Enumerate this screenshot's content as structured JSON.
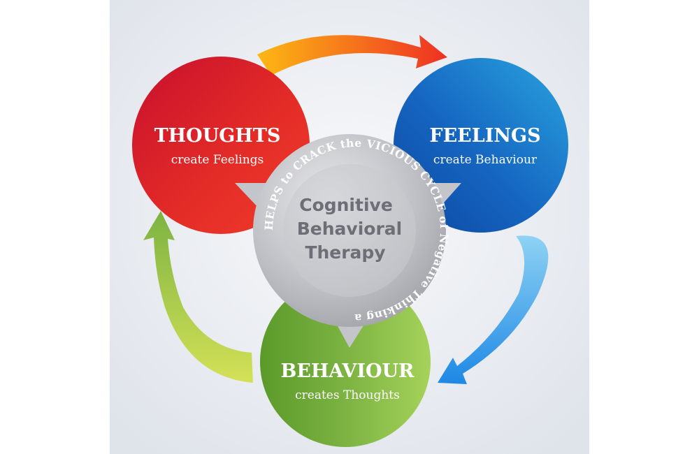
{
  "nodes": {
    "thoughts": {
      "title": "THOUGHTS",
      "subtitle": "create Feelings",
      "color": "#d81f26"
    },
    "feelings": {
      "title": "FEELINGS",
      "subtitle": "create Behaviour",
      "color": "#1565c0"
    },
    "behaviour": {
      "title": "BEHAVIOUR",
      "subtitle": "creates Thoughts",
      "color": "#7cb342"
    }
  },
  "center": {
    "line1": "Cognitive",
    "line2": "Behavioral",
    "line3": "Therapy",
    "ring_text": "HELPS to CRACK the VICIOUS CYCLE of Negative Thinking and Feeling"
  },
  "arrows": {
    "thoughts_to_feelings": {
      "color": "#f7941d"
    },
    "feelings_to_behaviour": {
      "color": "#29a3e6"
    },
    "behaviour_to_thoughts": {
      "color": "#8bc34a"
    }
  },
  "colors": {
    "background": "#eef1f6",
    "center": "#b9babf"
  }
}
